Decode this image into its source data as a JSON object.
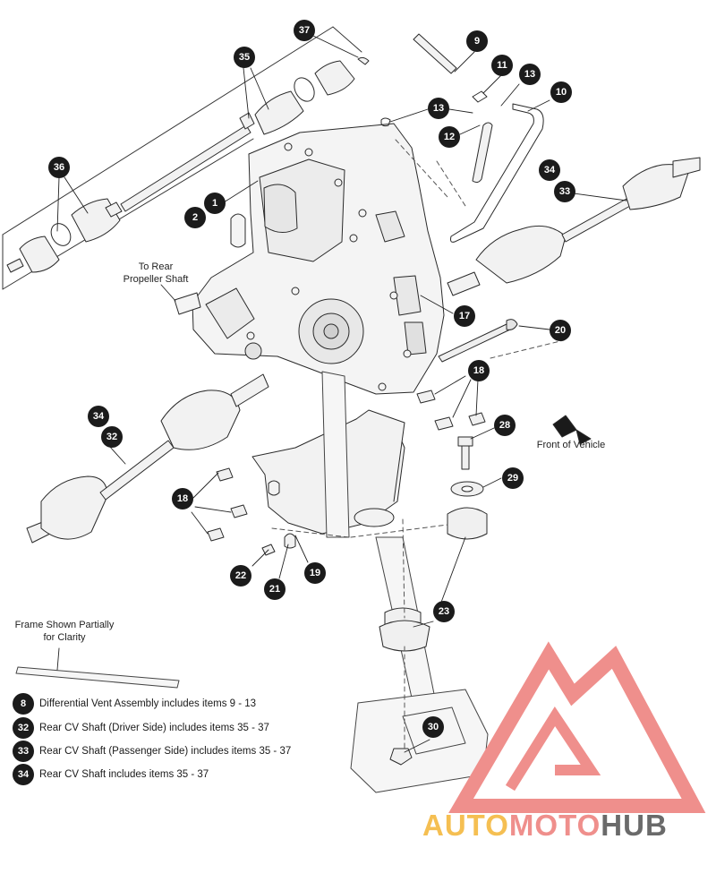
{
  "callouts": [
    {
      "id": "c37",
      "label": "37"
    },
    {
      "id": "c35",
      "label": "35"
    },
    {
      "id": "c36",
      "label": "36"
    },
    {
      "id": "c1",
      "label": "1"
    },
    {
      "id": "c2",
      "label": "2"
    },
    {
      "id": "c9",
      "label": "9"
    },
    {
      "id": "c11",
      "label": "11"
    },
    {
      "id": "c13a",
      "label": "13"
    },
    {
      "id": "c13b",
      "label": "13"
    },
    {
      "id": "c10",
      "label": "10"
    },
    {
      "id": "c12",
      "label": "12"
    },
    {
      "id": "c34a",
      "label": "34"
    },
    {
      "id": "c33",
      "label": "33"
    },
    {
      "id": "c17",
      "label": "17"
    },
    {
      "id": "c20",
      "label": "20"
    },
    {
      "id": "c18a",
      "label": "18"
    },
    {
      "id": "c28",
      "label": "28"
    },
    {
      "id": "c34b",
      "label": "34"
    },
    {
      "id": "c32",
      "label": "32"
    },
    {
      "id": "c29",
      "label": "29"
    },
    {
      "id": "c18b",
      "label": "18"
    },
    {
      "id": "c22",
      "label": "22"
    },
    {
      "id": "c21",
      "label": "21"
    },
    {
      "id": "c19",
      "label": "19"
    },
    {
      "id": "c23",
      "label": "23"
    },
    {
      "id": "c30",
      "label": "30"
    }
  ],
  "labels": {
    "rear_propeller_line1": "To Rear",
    "rear_propeller_line2": "Propeller Shaft",
    "front_of_vehicle": "Front of Vehicle",
    "frame_note_line1": "Frame Shown Partially",
    "frame_note_line2": "for Clarity"
  },
  "legend": [
    {
      "num": "8",
      "text": "Differential Vent Assembly includes items 9 - 13"
    },
    {
      "num": "32",
      "text": "Rear CV Shaft (Driver Side) includes items 35 - 37"
    },
    {
      "num": "33",
      "text": "Rear CV Shaft (Passenger Side) includes items 35 - 37"
    },
    {
      "num": "34",
      "text": "Rear CV Shaft includes items 35 - 37"
    }
  ],
  "watermark": {
    "part1": "AUTO",
    "part2": "MOTO",
    "part3": "HUB",
    "color1": "#f5bf52",
    "color2": "#ef8f8c",
    "color3": "#6a6a6a",
    "logo_color": "#ef8f8c"
  }
}
